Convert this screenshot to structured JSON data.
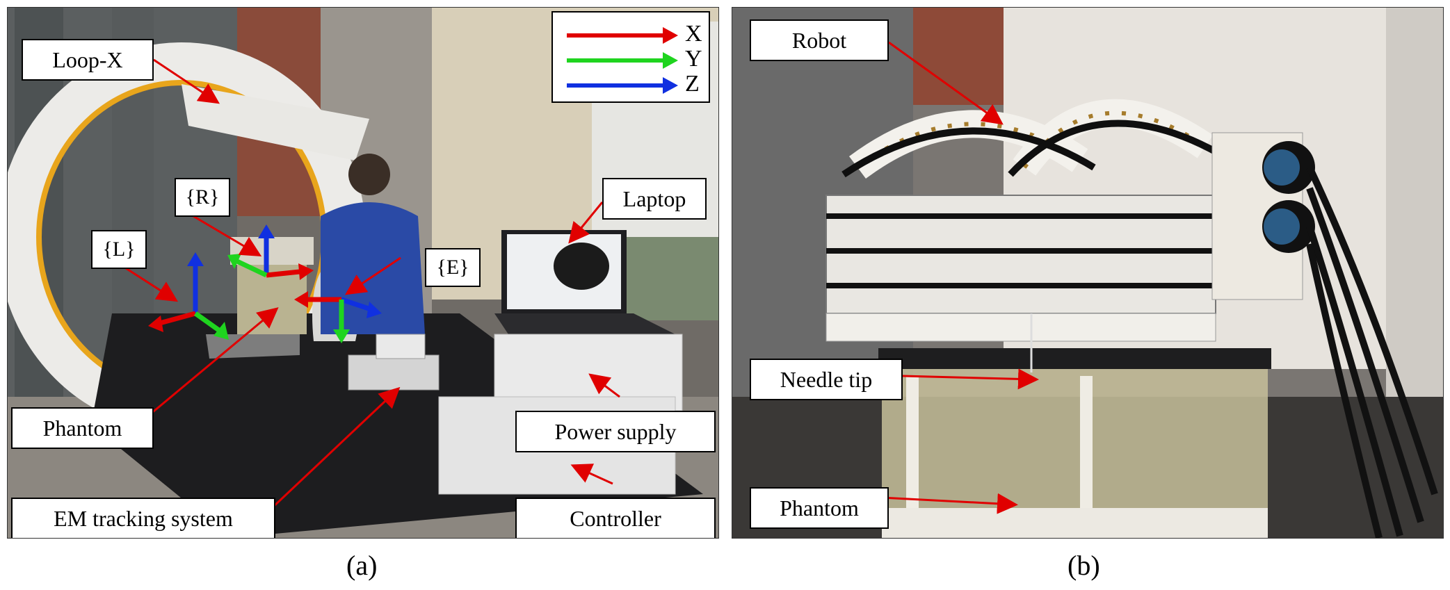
{
  "panels": {
    "a": {
      "caption": "(a)",
      "labels": {
        "loop_x": "Loop-X",
        "laptop": "Laptop",
        "phantom": "Phantom",
        "power_supply": "Power supply",
        "em_tracking": "EM tracking system",
        "controller": "Controller",
        "frame_r": "{R}",
        "frame_l": "{L}",
        "frame_e": "{E}"
      },
      "legend": [
        {
          "axis": "X",
          "color": "#e00000"
        },
        {
          "axis": "Y",
          "color": "#1fd41f"
        },
        {
          "axis": "Z",
          "color": "#1030e0"
        }
      ]
    },
    "b": {
      "caption": "(b)",
      "labels": {
        "robot": "Robot",
        "needle_tip": "Needle tip",
        "phantom": "Phantom"
      }
    }
  },
  "colors": {
    "annotation_arrow": "#e00000",
    "axis_x": "#e00000",
    "axis_y": "#1fd41f",
    "axis_z": "#1030e0"
  }
}
